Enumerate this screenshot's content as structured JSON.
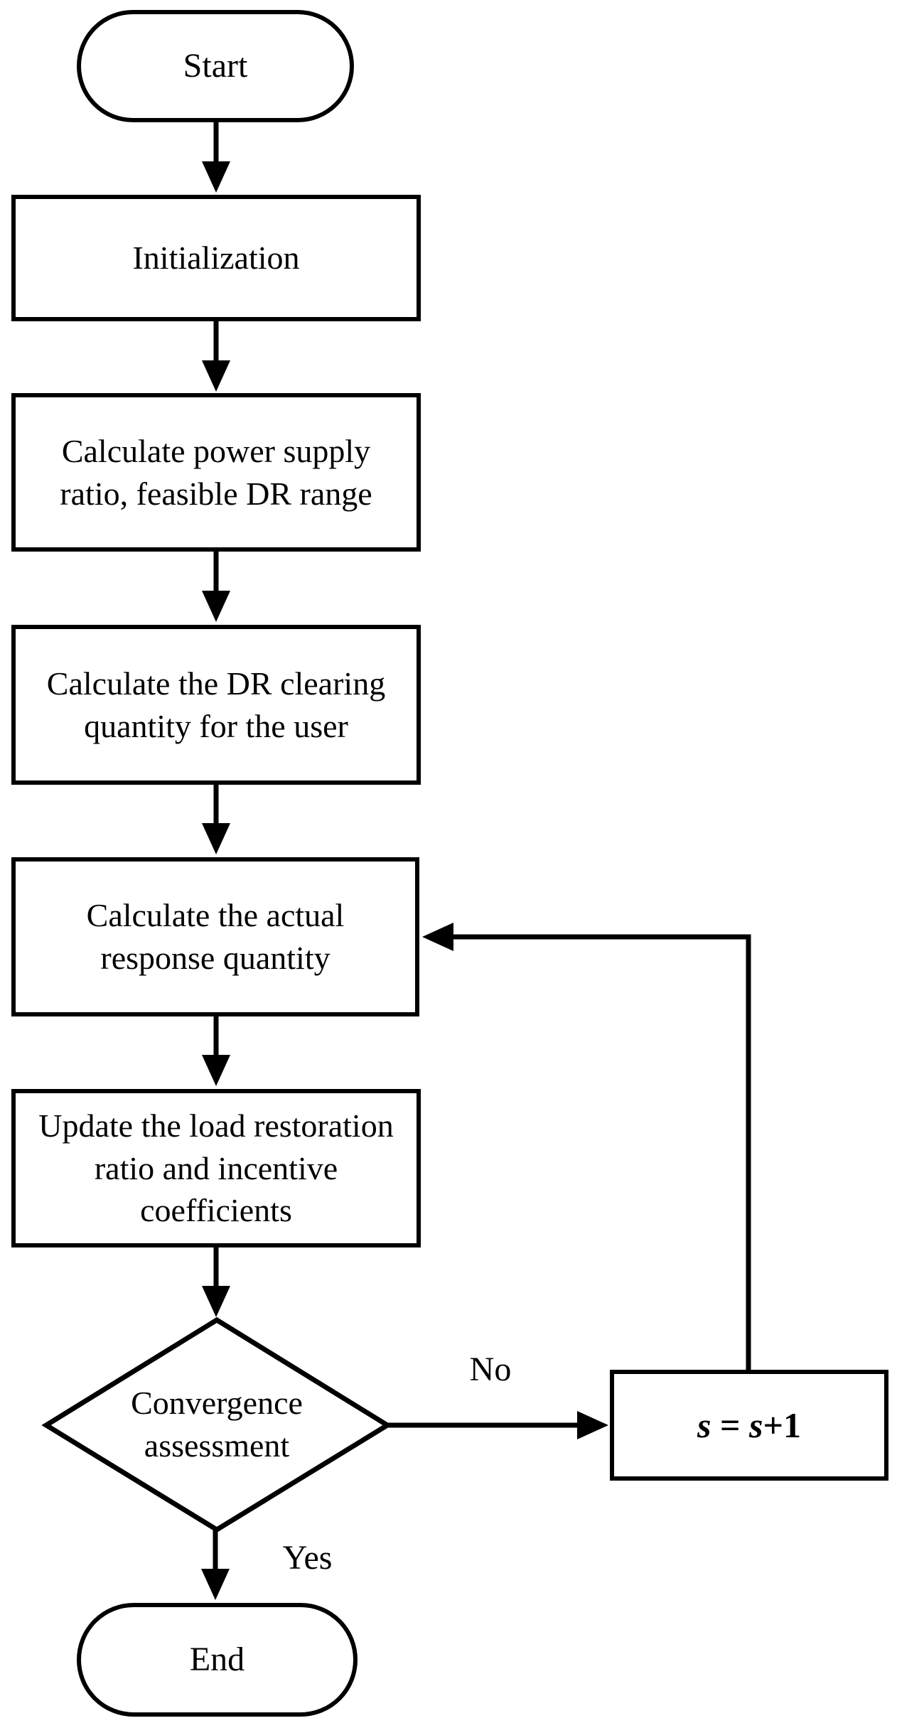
{
  "figure": {
    "type": "flowchart",
    "ink_color": "#000000",
    "background_color": "#ffffff"
  },
  "nodes": {
    "start": {
      "type": "terminator",
      "label": "Start"
    },
    "initialization": {
      "type": "process",
      "label": "Initialization"
    },
    "power_supply": {
      "type": "process",
      "label": "Calculate power supply ratio, feasible DR range",
      "lines": [
        "Calculate power supply",
        "ratio, feasible DR range"
      ]
    },
    "dr_clearing": {
      "type": "process",
      "label": "Calculate the DR clearing quantity for the user",
      "lines": [
        "Calculate the DR clearing",
        "quantity for the user"
      ]
    },
    "actual_response": {
      "type": "process",
      "label": "Calculate the actual response quantity",
      "lines": [
        "Calculate the actual",
        "response quantity"
      ]
    },
    "update_coefficients": {
      "type": "process",
      "label": "Update the load restoration ratio and incentive coefficients",
      "lines": [
        "Update the load restoration",
        "ratio and incentive",
        "coefficients"
      ]
    },
    "convergence": {
      "type": "decision",
      "label": "Convergence assessment",
      "lines": [
        "Convergence",
        "assessment"
      ]
    },
    "increment": {
      "type": "process",
      "label": "s = s+1",
      "parts": {
        "var1": "s",
        "op": " = ",
        "var2": "s",
        "rest": "+1"
      }
    },
    "end": {
      "type": "terminator",
      "label": "End"
    }
  },
  "edges": {
    "no_label": "No",
    "yes_label": "Yes"
  }
}
